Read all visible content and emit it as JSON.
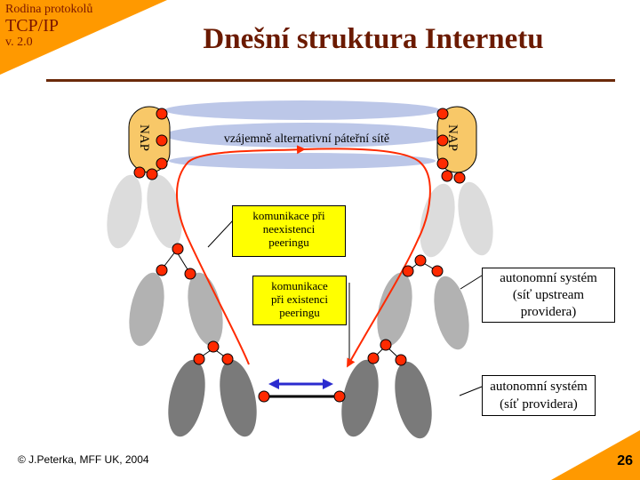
{
  "header": {
    "series_name": "Rodina protokolů",
    "series_title": "TCP/IP",
    "version": "v. 2.0"
  },
  "slide": {
    "title": "Dnešní struktura Internetu"
  },
  "diagram": {
    "nap_left": "NAP",
    "nap_right": "NAP",
    "backbone_label": "vzájemně alternativní páteřní sítě",
    "callout_no_peering": [
      "komunikace při",
      "neexistenci",
      "peeringu"
    ],
    "callout_peering": [
      "komunikace",
      "při existenci",
      "peeringu"
    ],
    "label_upstream": [
      "autonomní systém",
      "(síť upstream",
      "providera)"
    ],
    "label_provider": [
      "autonomní systém",
      "(síť providera)"
    ]
  },
  "footer": {
    "copyright": "© J.Peterka, MFF UK, 2004",
    "page_number": "26"
  },
  "colors": {
    "accent_orange": "#ff9900",
    "title_brown": "#6b1a00",
    "node_red": "#ff2a00",
    "callout_yellow": "#ffff00",
    "arrow_blue": "#2b2bcf",
    "nap_fill": "#f8c868"
  }
}
